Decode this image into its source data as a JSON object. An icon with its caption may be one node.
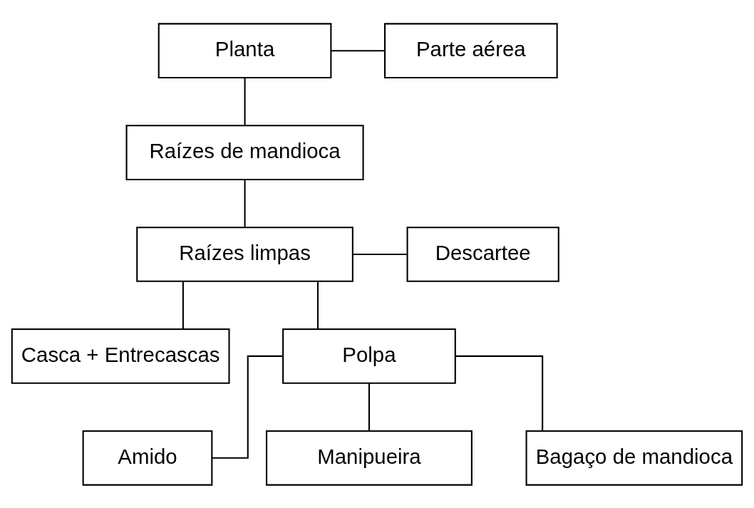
{
  "diagram": {
    "nodes": [
      {
        "text": [
          "Planta"
        ]
      },
      {
        "text": [
          "Parte aérea"
        ]
      },
      {
        "text": [
          "Raízes de mandioca"
        ]
      },
      {
        "text": [
          "Raízes limpas"
        ]
      },
      {
        "text": [
          "Descartee"
        ]
      },
      {
        "text": [
          "Casca + Entrecascas"
        ]
      },
      {
        "text": [
          "Polpa"
        ]
      },
      {
        "text": [
          "Amido"
        ]
      },
      {
        "text": [
          "Manipueira"
        ]
      },
      {
        "text": [
          "Bagaço de mandioca"
        ]
      }
    ],
    "edges": [
      {
        "from": 0,
        "to": 1,
        "arrow": "none"
      },
      {
        "from": 0,
        "to": 2,
        "arrow": "none"
      },
      {
        "from": 2,
        "to": 3,
        "arrow": "none"
      },
      {
        "from": 3,
        "to": 4,
        "arrow": "none"
      },
      {
        "from": 3,
        "to": 5,
        "arrow": "none"
      },
      {
        "from": 3,
        "to": 6,
        "arrow": "none"
      },
      {
        "from": 6,
        "to": 7,
        "arrow": "none"
      },
      {
        "from": 6,
        "to": 8,
        "arrow": "none"
      },
      {
        "from": 6,
        "to": 9,
        "arrow": "none"
      }
    ]
  }
}
